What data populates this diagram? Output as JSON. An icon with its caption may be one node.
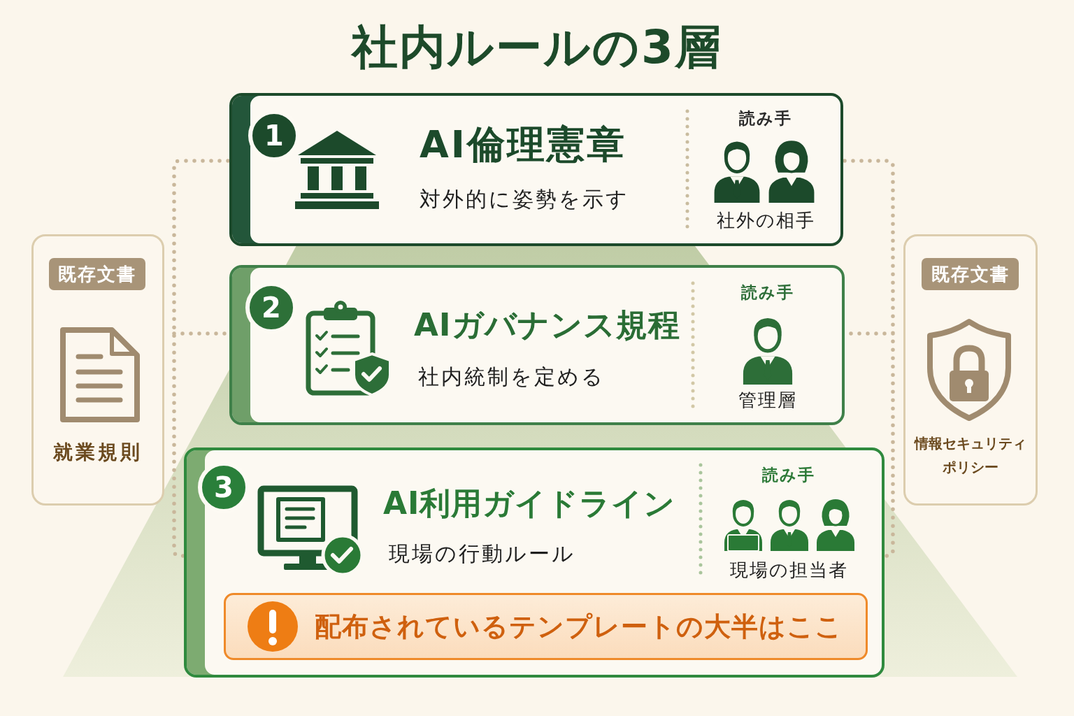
{
  "diagram": {
    "title": "社内ルールの3層",
    "nodes": [
      {
        "text": [
          "AI倫理憲章",
          "対外的に姿勢を示す",
          "読み手",
          "社外の相手"
        ]
      },
      {
        "text": [
          "1"
        ],
        "in": 0
      },
      {
        "text": [
          "AIガバナンス規程",
          "社内統制を定める",
          "読み手",
          "管理層"
        ]
      },
      {
        "text": [
          "2"
        ],
        "in": 2
      },
      {
        "text": [
          "AI利用ガイドライン",
          "現場の行動ルール",
          "読み手",
          "現場の担当者"
        ]
      },
      {
        "text": [
          "3"
        ],
        "in": 4
      },
      {
        "text": [
          "配布されているテンプレートの大半はここ"
        ],
        "in": 4
      },
      {
        "text": [
          "就業規則"
        ]
      },
      {
        "text": [
          "既存文書"
        ],
        "in": 7
      },
      {
        "text": [
          "情報セキュリティポリシー"
        ]
      },
      {
        "text": [
          "既存文書"
        ],
        "in": 9
      }
    ]
  }
}
